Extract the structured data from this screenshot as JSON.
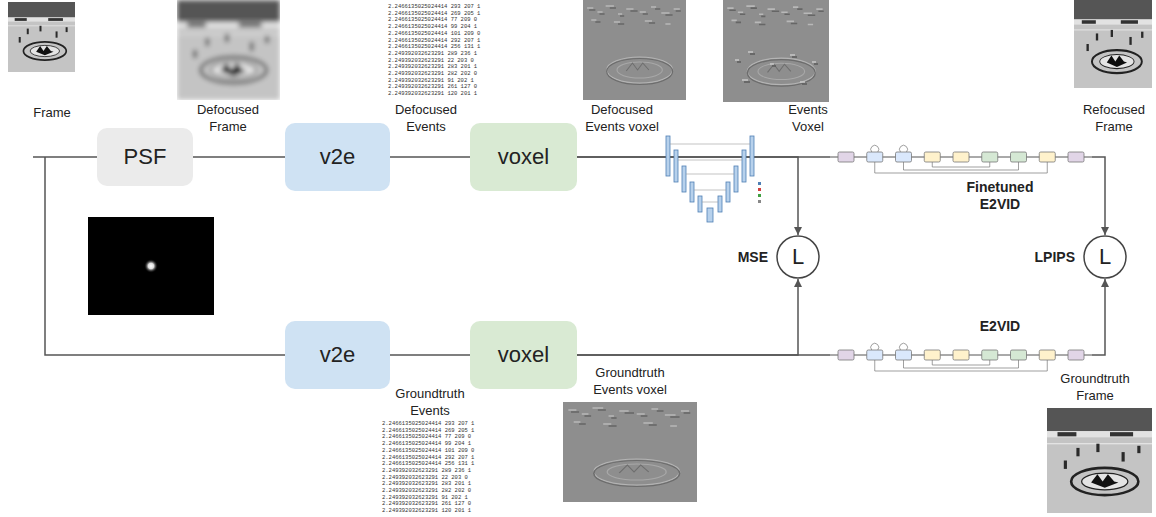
{
  "diagram": {
    "nodes": [
      {
        "text": [
          "PSF"
        ]
      },
      {
        "text": [
          "v2e"
        ]
      },
      {
        "text": [
          "voxel"
        ]
      },
      {
        "text": [
          "Finetuned E2VID"
        ]
      },
      {
        "text": [
          "MSE",
          "L"
        ]
      },
      {
        "text": [
          "LPIPS",
          "L"
        ]
      },
      {
        "text": [
          "v2e"
        ]
      },
      {
        "text": [
          "voxel"
        ]
      },
      {
        "text": [
          "E2VID"
        ]
      }
    ],
    "edges": [
      {
        "from": 0,
        "to": 1,
        "arrow": "none"
      },
      {
        "from": 1,
        "to": 2,
        "arrow": "none"
      },
      {
        "from": 2,
        "to": 3,
        "arrow": "none"
      },
      {
        "from": 2,
        "to": 4,
        "arrow": "to"
      },
      {
        "from": 3,
        "to": 5,
        "arrow": "to"
      },
      {
        "from": 6,
        "to": 7,
        "arrow": "none"
      },
      {
        "from": 7,
        "to": 4,
        "arrow": "to"
      },
      {
        "from": 7,
        "to": 8,
        "arrow": "none"
      },
      {
        "from": 8,
        "to": 5,
        "arrow": "to"
      }
    ],
    "labels": [
      "Frame",
      "Defocused Frame",
      "Defocused Events",
      "2.2466135025024414 293 207 1",
      "2.2466135025024414 269 205 1",
      "2.2466135025024414 77 209 0",
      "2.2466135025024414 99 204 1",
      "2.2466135025024414 101 209 0",
      "2.2466135025024414 292 207 1",
      "2.2466135025024414 256 131 1",
      "2.249392032623291 289 236 1",
      "2.249392032623291 22 203 0",
      "2.249392032623291 283 201 1",
      "2.249392032623291 282 202 0",
      "2.249392032623291 91 202 1",
      "2.249392032623291 261 127 0",
      "2.249392032623291 120 201 1",
      "Defocused Events voxel",
      "Events Voxel",
      "Refocused Frame",
      "Groundtruth Events",
      "2.2466135025024414 293 207 1",
      "2.2466135025024414 269 205 1",
      "2.2466135025024414 77 209 0",
      "2.2466135025024414 99 204 1",
      "2.2466135025024414 101 209 0",
      "2.2466135025024414 292 207 1",
      "2.2466135025024414 256 131 1",
      "2.249392032623291 289 236 1",
      "2.249392032623291 22 203 0",
      "2.249392032623291 283 201 1",
      "2.249392032623291 282 202 0",
      "2.249392032623291 91 202 1",
      "2.249392032623291 261 127 0",
      "2.249392032623291 120 201 1",
      "Groundtruth Events voxel",
      "Groundtruth Frame"
    ]
  }
}
